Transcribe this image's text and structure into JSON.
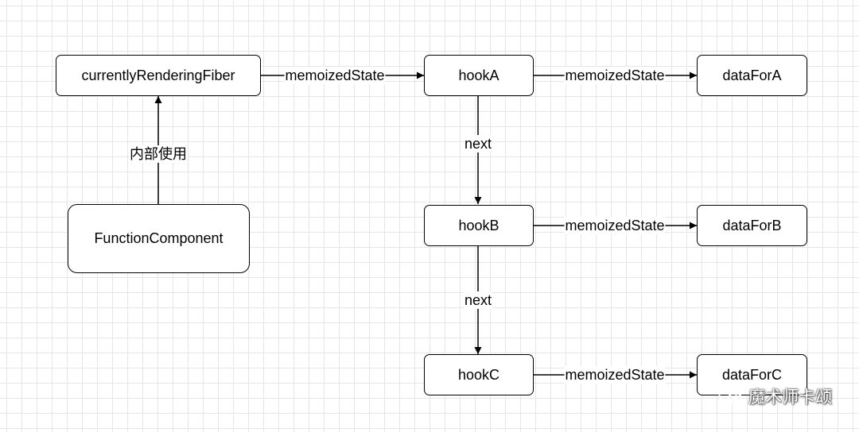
{
  "nodes": {
    "crf": "currentlyRenderingFiber",
    "fc": "FunctionComponent",
    "hookA": "hookA",
    "hookB": "hookB",
    "hookC": "hookC",
    "dataA": "dataForA",
    "dataB": "dataForB",
    "dataC": "dataForC"
  },
  "edges": {
    "crf_hookA": "memoizedState",
    "fc_crf": "内部使用",
    "hookA_dataA": "memoizedState",
    "hookA_hookB": "next",
    "hookB_dataB": "memoizedState",
    "hookB_hookC": "next",
    "hookC_dataC": "memoizedState"
  },
  "watermark": {
    "text": "魔术师卡颂",
    "icon": "wechat-icon"
  }
}
